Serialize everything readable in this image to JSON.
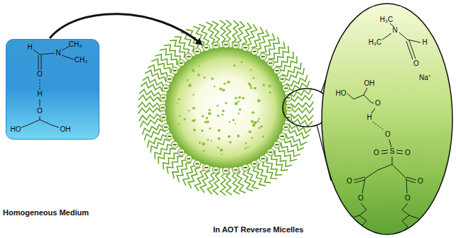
{
  "diagram": {
    "nodes": [
      {
        "text": [
          "H",
          "CH₃",
          "N",
          "CH₃",
          "O",
          "H",
          "O",
          "HO",
          "OH"
        ]
      },
      {
        "text": [
          "H₃C",
          "N",
          "H₃C",
          "H",
          "O",
          "Na⁺",
          "OH",
          "HO",
          "O",
          "H",
          "O",
          "O",
          "S",
          "O",
          "O",
          "O",
          "O",
          "O"
        ]
      }
    ],
    "labels": [
      "Homogeneous Medium",
      "In AOT Reverse Micelles"
    ]
  }
}
